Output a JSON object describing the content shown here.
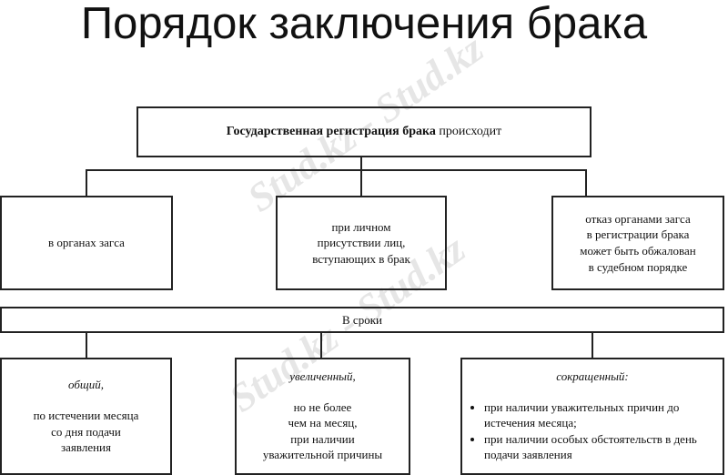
{
  "title": "Порядок заключения брака",
  "top_box": {
    "bold": "Государственная регистрация брака",
    "normal": "происходит"
  },
  "row1": [
    {
      "lines": [
        "в органах загса"
      ]
    },
    {
      "lines": [
        "при личном",
        "присутствии лиц,",
        "вступающих в брак"
      ]
    },
    {
      "lines": [
        "отказ органами загса",
        "в регистрации брака",
        "может быть обжалован",
        "в судебном порядке"
      ]
    }
  ],
  "terms_bar": "В сроки",
  "row2": [
    {
      "heading": "общий,",
      "lines": [
        "по истечении месяца",
        "со дня подачи",
        "заявления"
      ]
    },
    {
      "heading": "увеличенный,",
      "lines": [
        "но не более",
        "чем на месяц,",
        "при наличии",
        "уважительной причины"
      ]
    },
    {
      "heading": "сокращенный:",
      "bullets": [
        "при наличии уважительных причин до истечения месяца;",
        "при наличии особых обстоятельств в день подачи заявления"
      ]
    }
  ],
  "watermark": "Stud.kz - Stud.kz"
}
